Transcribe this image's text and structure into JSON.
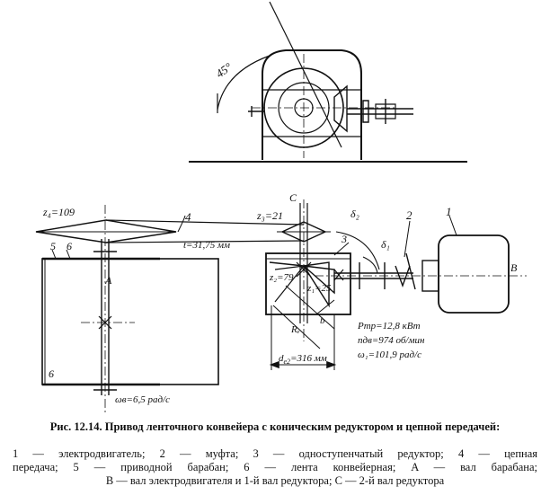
{
  "labels": {
    "angle_45": "45°",
    "z4": "z₄=109",
    "z3": "z₃=21",
    "chain_pitch": "t=31,75 мм",
    "z2": "z₂=79",
    "z1": "z₁=25",
    "de2": "d",
    "de2_sub": "e2",
    "de2_val": "=316 мм",
    "re": "Rₑ",
    "b": "b",
    "delta2": "δ₂",
    "delta1": "δ₁",
    "omega_b": "ωв=6,5 рад/с",
    "P": "Pтр=12,8 кВт",
    "n": "nдв=974 об/мин",
    "omega1": "ω₁=101,9 рад/с",
    "num1": "1",
    "num2": "2",
    "num3": "3",
    "num4": "4",
    "num5": "5",
    "num6a": "6",
    "num6b": "6",
    "A": "A",
    "B": "B",
    "C": "C"
  },
  "caption": {
    "title": "Рис. 12.14. Привод ленточного конвейера с коническим редуктором и цепной передачей:",
    "line1": "1 — электродвигатель; 2 — муфта; 3 — одноступенчатый редуктор; 4 — цепная",
    "line2": "передача; 5 — приводной барабан; 6 — лента конвейерная; A — вал барабана;",
    "line3": "B — вал электродвигателя и 1-й вал редуктора; C — 2-й вал редуктора"
  }
}
